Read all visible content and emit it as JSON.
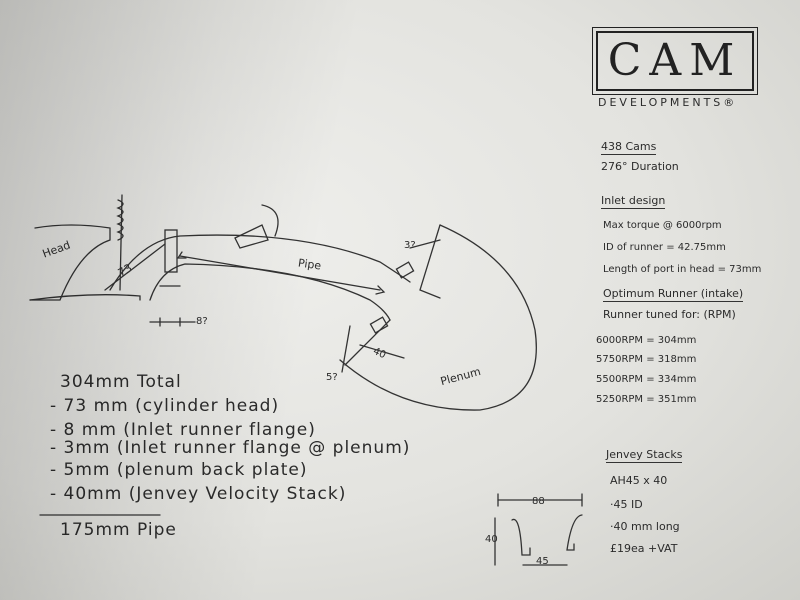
{
  "logo": {
    "letters": "CAM",
    "sub": "DEVELOPMENTS",
    "mark": "®"
  },
  "right": {
    "cams": "438 Cams",
    "duration": "276° Duration",
    "inlet_heading": "Inlet design",
    "torque": "Max torque @ 6000rpm",
    "id_runner": "ID of runner = 42.75mm",
    "port_length": "Length of port in head = 73mm",
    "optimum_heading": "Optimum Runner (intake)",
    "tuned_for": "Runner tuned for: (RPM)",
    "rpm_rows": [
      "6000RPM = 304mm",
      "5750RPM = 318mm",
      "5500RPM = 334mm",
      "5250RPM = 351mm"
    ],
    "jenvey_heading": "Jenvey Stacks",
    "jenvey_model": "AH45 x 40",
    "jenvey_id": "·45 ID",
    "jenvey_long": "·40 mm long",
    "jenvey_price": "£19ea +VAT"
  },
  "calc": {
    "total": "304mm  Total",
    "lines": [
      "- 73 mm  (cylinder head)",
      "- 8 mm  (Inlet runner flange)",
      "- 3mm  (Inlet runner flange @ plenum)",
      "- 5mm  (plenum back plate)",
      "- 40mm  (Jenvey Velocity Stack)"
    ],
    "result": "175mm  Pipe"
  },
  "sketch": {
    "head": "Head",
    "pipe": "Pipe",
    "plenum": "Plenum",
    "dim_73": "73",
    "dim_8": "8?",
    "dim_3": "3?",
    "dim_40": "40",
    "dim_5": "5?"
  },
  "stack_sketch": {
    "width": "88",
    "height": "40",
    "bore": "45"
  }
}
